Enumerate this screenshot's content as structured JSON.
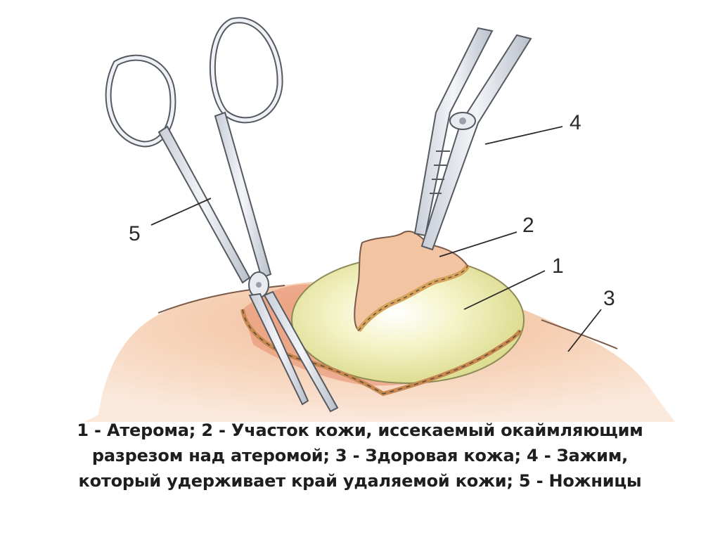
{
  "callouts": {
    "c1": "1",
    "c2": "2",
    "c3": "3",
    "c4": "4",
    "c5": "5"
  },
  "caption": {
    "line1": "1 - Атерома; 2 - Участок кожи, иссекаемый окаймляющим",
    "line2": "разрезом над атеромой; 3 - Здоровая кожа; 4 - Зажим,",
    "line3": "который удерживает край удаляемой кожи; 5 - Ножницы"
  },
  "colors": {
    "skin": "#f2c4a2",
    "skin_light": "#f8dcc6",
    "cyst": "#eef0b0",
    "steel": "#dfe3ea",
    "outline": "#555a60"
  }
}
